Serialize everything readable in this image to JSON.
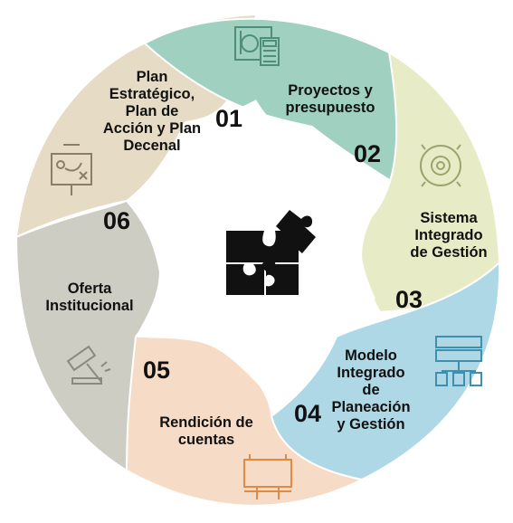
{
  "diagram": {
    "segments": [
      {
        "number": "01",
        "label": "Plan\nEstratégico,\nPlan de\nAcción y Plan\nDecenal",
        "color": "#e6dcc5",
        "icon": "presentation-board-icon"
      },
      {
        "number": "02",
        "label": "Proyectos y\npresupuesto",
        "color": "#9fd0c0",
        "icon": "blueprint-calculator-icon"
      },
      {
        "number": "03",
        "label": "Sistema\nIntegrado\nde Gestión",
        "color": "#e8ecc6",
        "icon": "gear-cycle-icon"
      },
      {
        "number": "04",
        "label": "Modelo\nIntegrado\nde\nPlaneación\ny Gestión",
        "color": "#aed8e6",
        "icon": "server-network-icon"
      },
      {
        "number": "05",
        "label": "Rendición de\ncuentas",
        "color": "#f6dcc6",
        "icon": "billboard-icon"
      },
      {
        "number": "06",
        "label": "Oferta\nInstitucional",
        "color": "#cdcdc3",
        "icon": "gavel-icon"
      }
    ],
    "center_icon": "puzzle-pieces-icon",
    "icon_colors": {
      "blueprint": "#4f8f7a",
      "gear": "#9aa56c",
      "server": "#3f8fae",
      "billboard": "#e08a45",
      "gavel": "#8a8a80",
      "board": "#8a7f66"
    }
  }
}
